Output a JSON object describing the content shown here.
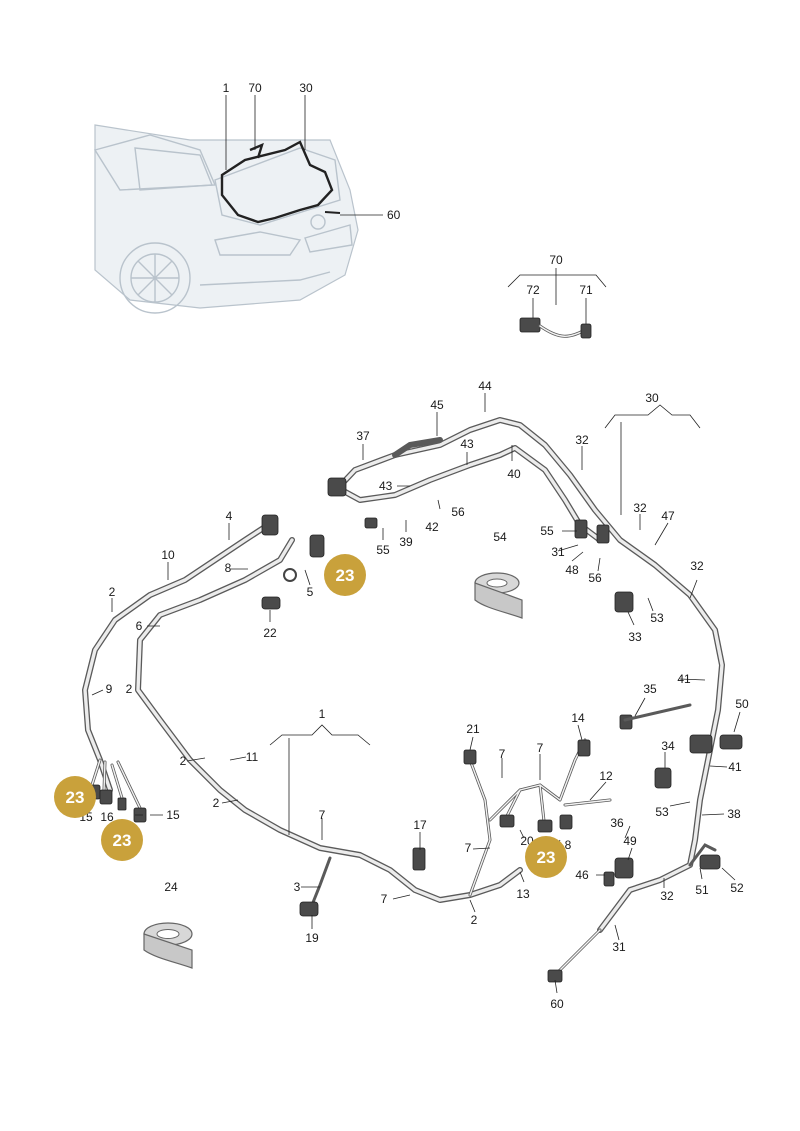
{
  "badge_color": "#c9a13b",
  "callouts": [
    {
      "id": "c1a",
      "text": "1"
    },
    {
      "id": "c70a",
      "text": "70"
    },
    {
      "id": "c30a",
      "text": "30"
    },
    {
      "id": "c60a",
      "text": "60"
    },
    {
      "id": "c70b",
      "text": "70"
    },
    {
      "id": "c72",
      "text": "72"
    },
    {
      "id": "c71",
      "text": "71"
    },
    {
      "id": "c44",
      "text": "44"
    },
    {
      "id": "c45",
      "text": "45"
    },
    {
      "id": "c37",
      "text": "37"
    },
    {
      "id": "c43a",
      "text": "43"
    },
    {
      "id": "c40",
      "text": "40"
    },
    {
      "id": "c43b",
      "text": "43"
    },
    {
      "id": "c30b",
      "text": "30"
    },
    {
      "id": "c32a",
      "text": "32"
    },
    {
      "id": "c56a",
      "text": "56"
    },
    {
      "id": "c42",
      "text": "42"
    },
    {
      "id": "c39",
      "text": "39"
    },
    {
      "id": "c55a",
      "text": "55"
    },
    {
      "id": "c55b",
      "text": "55"
    },
    {
      "id": "c31a",
      "text": "31"
    },
    {
      "id": "c32b",
      "text": "32"
    },
    {
      "id": "c47",
      "text": "47"
    },
    {
      "id": "c48",
      "text": "48"
    },
    {
      "id": "c56b",
      "text": "56"
    },
    {
      "id": "c4",
      "text": "4"
    },
    {
      "id": "c10",
      "text": "10"
    },
    {
      "id": "c8",
      "text": "8"
    },
    {
      "id": "c5",
      "text": "5"
    },
    {
      "id": "c54",
      "text": "54"
    },
    {
      "id": "c32c",
      "text": "32"
    },
    {
      "id": "c2a",
      "text": "2"
    },
    {
      "id": "c53a",
      "text": "53"
    },
    {
      "id": "c6",
      "text": "6"
    },
    {
      "id": "c22",
      "text": "22"
    },
    {
      "id": "c33",
      "text": "33"
    },
    {
      "id": "c41a",
      "text": "41"
    },
    {
      "id": "c9",
      "text": "9"
    },
    {
      "id": "c2b",
      "text": "2"
    },
    {
      "id": "c35",
      "text": "35"
    },
    {
      "id": "c50",
      "text": "50"
    },
    {
      "id": "c1b",
      "text": "1"
    },
    {
      "id": "c21",
      "text": "21"
    },
    {
      "id": "c14",
      "text": "14"
    },
    {
      "id": "c2c",
      "text": "2"
    },
    {
      "id": "c11",
      "text": "11"
    },
    {
      "id": "c7a",
      "text": "7"
    },
    {
      "id": "c7b",
      "text": "7"
    },
    {
      "id": "c34",
      "text": "34"
    },
    {
      "id": "c41b",
      "text": "41"
    },
    {
      "id": "c12",
      "text": "12"
    },
    {
      "id": "c2d",
      "text": "2"
    },
    {
      "id": "c53b",
      "text": "53"
    },
    {
      "id": "c38",
      "text": "38"
    },
    {
      "id": "c15a",
      "text": "15"
    },
    {
      "id": "c16",
      "text": "16"
    },
    {
      "id": "c15b",
      "text": "15"
    },
    {
      "id": "c7c",
      "text": "7"
    },
    {
      "id": "c17",
      "text": "17"
    },
    {
      "id": "c36",
      "text": "36"
    },
    {
      "id": "c49",
      "text": "49"
    },
    {
      "id": "c20",
      "text": "20"
    },
    {
      "id": "c8b",
      "text": "8"
    },
    {
      "id": "c7d",
      "text": "7"
    },
    {
      "id": "c13",
      "text": "13"
    },
    {
      "id": "c46",
      "text": "46"
    },
    {
      "id": "c51",
      "text": "51"
    },
    {
      "id": "c52",
      "text": "52"
    },
    {
      "id": "c3",
      "text": "3"
    },
    {
      "id": "c7e",
      "text": "7"
    },
    {
      "id": "c2e",
      "text": "2"
    },
    {
      "id": "c32d",
      "text": "32"
    },
    {
      "id": "c24",
      "text": "24"
    },
    {
      "id": "c19",
      "text": "19"
    },
    {
      "id": "c31b",
      "text": "31"
    },
    {
      "id": "c60b",
      "text": "60"
    }
  ],
  "badges": [
    {
      "id": "b1",
      "text": "23"
    },
    {
      "id": "b2",
      "text": "23"
    },
    {
      "id": "b3",
      "text": "23"
    },
    {
      "id": "b4",
      "text": "23"
    }
  ]
}
